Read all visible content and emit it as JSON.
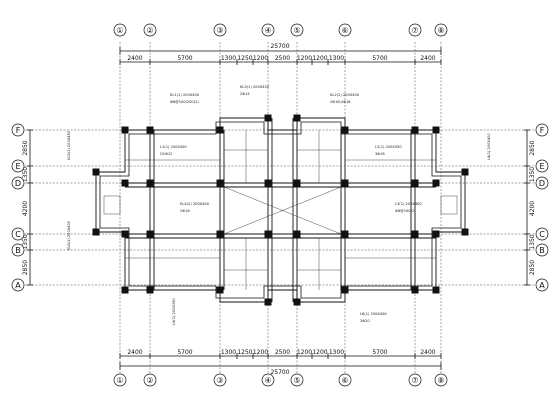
{
  "drawing": {
    "overall_dimension_top": "25700",
    "overall_dimension_bottom": "25700",
    "vertical_axes": [
      "①",
      "②",
      "③",
      "④",
      "⑤",
      "⑥",
      "⑦",
      "⑧"
    ],
    "horizontal_axes": [
      "F",
      "E",
      "D",
      "C",
      "B",
      "A"
    ],
    "top_spans": [
      "2400",
      "5700",
      "1300",
      "1250",
      "1200",
      "2500",
      "1200",
      "1200",
      "1300",
      "5700",
      "2400"
    ],
    "bottom_spans": [
      "2400",
      "5700",
      "1300",
      "1250",
      "1200",
      "2500",
      "1200",
      "1200",
      "1300",
      "5700",
      "2400"
    ],
    "left_spans": [
      "2850",
      "1350",
      "4200",
      "1350",
      "2850"
    ],
    "right_spans": [
      "2850",
      "1350",
      "4200",
      "1350",
      "2850"
    ],
    "beam_labels": [
      "KL1(1) 200X400",
      "KL2(2) 200X400",
      "KL3(1) 200X450",
      "L1(1) 200X400",
      "L2(1) 200X350",
      "KL4(2) 200X400",
      "L3(1) 200X300",
      "KL5(1) 200X450",
      "L4(1) 200X400",
      "KL6(1) 200X400",
      "L5(1) 200X350",
      "L6(1) 200X400"
    ],
    "rebar_notes": [
      "Φ8@100/200(2)",
      "2Φ16;2Φ18",
      "2Φ14",
      "G2Φ12",
      "3Φ18",
      "2Φ16",
      "Φ8@100(2)",
      "2Φ20"
    ]
  }
}
